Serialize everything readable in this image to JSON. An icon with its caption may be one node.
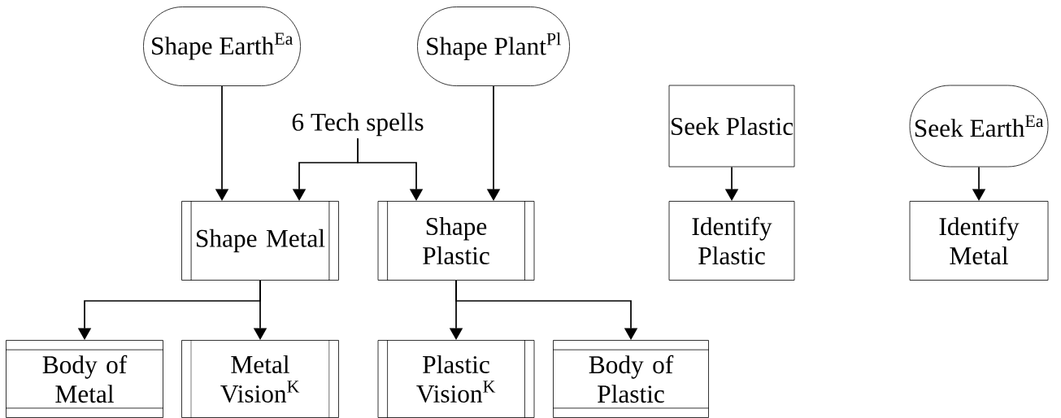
{
  "diagram": {
    "nodes": [
      {
        "text": [
          "Shape Earth$^{Ea}$"
        ]
      },
      {
        "text": [
          "Shape Plant$^{Pl}$"
        ]
      },
      {
        "text": [
          "Seek Plastic"
        ]
      },
      {
        "text": [
          "Seek Earth$^{Ea}$"
        ]
      },
      {
        "text": [
          "6 Tech spells"
        ]
      },
      {
        "text": [
          "Shape Metal"
        ]
      },
      {
        "text": [
          "Shape Plastic"
        ]
      },
      {
        "text": [
          "Identify Plastic"
        ]
      },
      {
        "text": [
          "Identify Metal"
        ]
      },
      {
        "text": [
          "Body of Metal"
        ]
      },
      {
        "text": [
          "Metal Vision$^{K}$"
        ]
      },
      {
        "text": [
          "Plastic Vision$^{K}$"
        ]
      },
      {
        "text": [
          "Body of Plastic"
        ]
      }
    ],
    "edges": [
      {
        "from": 0,
        "to": 5,
        "arrow": "to"
      },
      {
        "from": 4,
        "to": 5,
        "arrow": "to"
      },
      {
        "from": 4,
        "to": 6,
        "arrow": "to"
      },
      {
        "from": 1,
        "to": 6,
        "arrow": "to"
      },
      {
        "from": 2,
        "to": 7,
        "arrow": "to"
      },
      {
        "from": 3,
        "to": 8,
        "arrow": "to"
      },
      {
        "from": 5,
        "to": 9,
        "arrow": "to"
      },
      {
        "from": 5,
        "to": 10,
        "arrow": "to"
      },
      {
        "from": 6,
        "to": 11,
        "arrow": "to"
      },
      {
        "from": 6,
        "to": 12,
        "arrow": "to"
      }
    ]
  }
}
